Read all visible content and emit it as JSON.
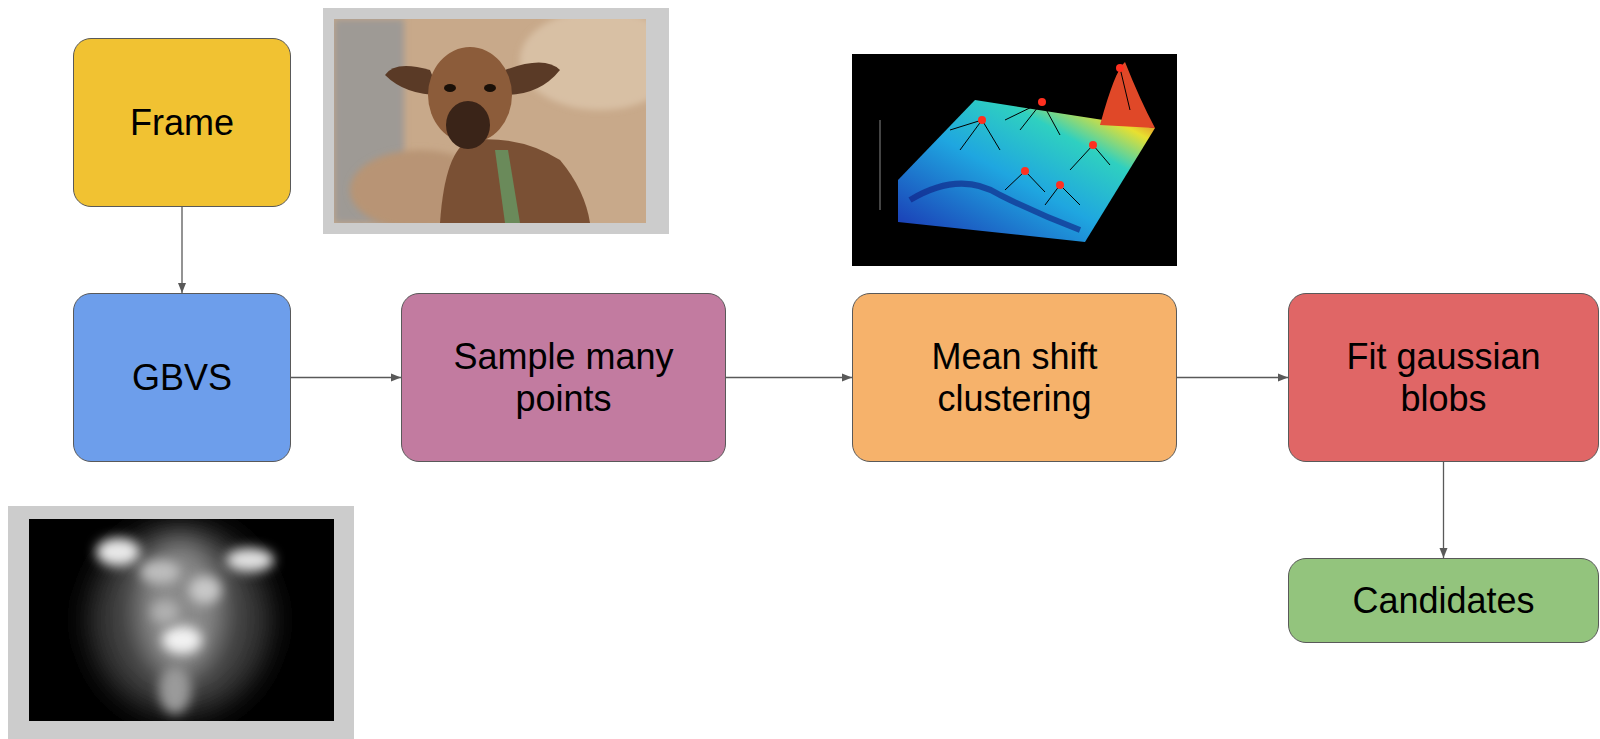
{
  "diagram": {
    "nodes": [
      {
        "text": [
          "Frame"
        ]
      },
      {
        "text": [
          "GBVS"
        ]
      },
      {
        "text": [
          "Sample many points"
        ]
      },
      {
        "text": [
          "Mean shift clustering"
        ]
      },
      {
        "text": [
          "Fit gaussian blobs"
        ]
      },
      {
        "text": [
          "Candidates"
        ]
      }
    ],
    "edges": [
      {
        "from": 0,
        "to": 1,
        "arrow": "to"
      },
      {
        "from": 1,
        "to": 2,
        "arrow": "to"
      },
      {
        "from": 2,
        "to": 3,
        "arrow": "to"
      },
      {
        "from": 3,
        "to": 4,
        "arrow": "to"
      },
      {
        "from": 4,
        "to": 5,
        "arrow": "to"
      }
    ]
  }
}
